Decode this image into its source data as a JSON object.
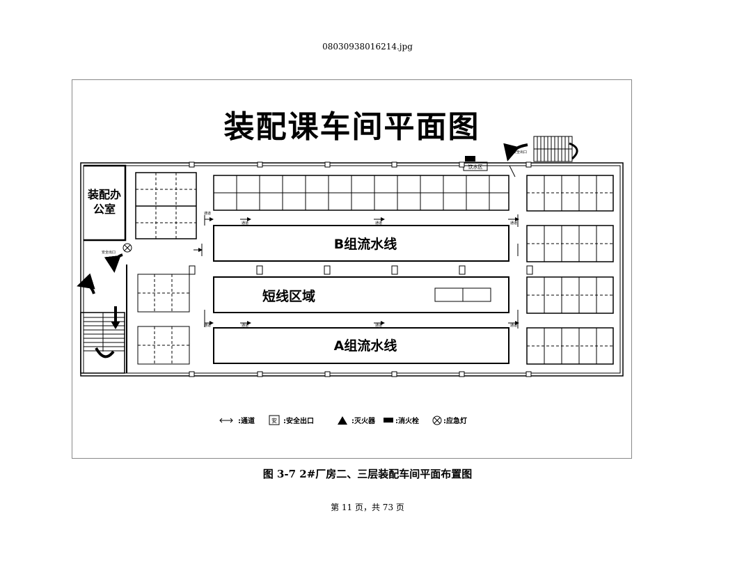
{
  "file_name": "08030938016214.jpg",
  "plan": {
    "title": "装配课车间平面图",
    "office_label_line1": "装配办",
    "office_label_line2": "公室",
    "line_b_label": "B组流水线",
    "short_line_label": "短线区域",
    "line_a_label": "A组流水线",
    "channel_label": "通道",
    "exit_label": "安全出口",
    "emergency_light_label": "安全出口",
    "drinking_water_label": "饮水区",
    "stair_exit_label": "安全出口"
  },
  "legend": {
    "channel": ":通道",
    "exit_icon_char": "安",
    "exit": ":安全出口",
    "extinguisher": ":灭火器",
    "hydrant": ":消火栓",
    "emergency_light": ":应急灯"
  },
  "caption": "图 3-7    2#厂房二、三层装配车间平面布置图",
  "page_number": "第 11 页，共 73 页"
}
